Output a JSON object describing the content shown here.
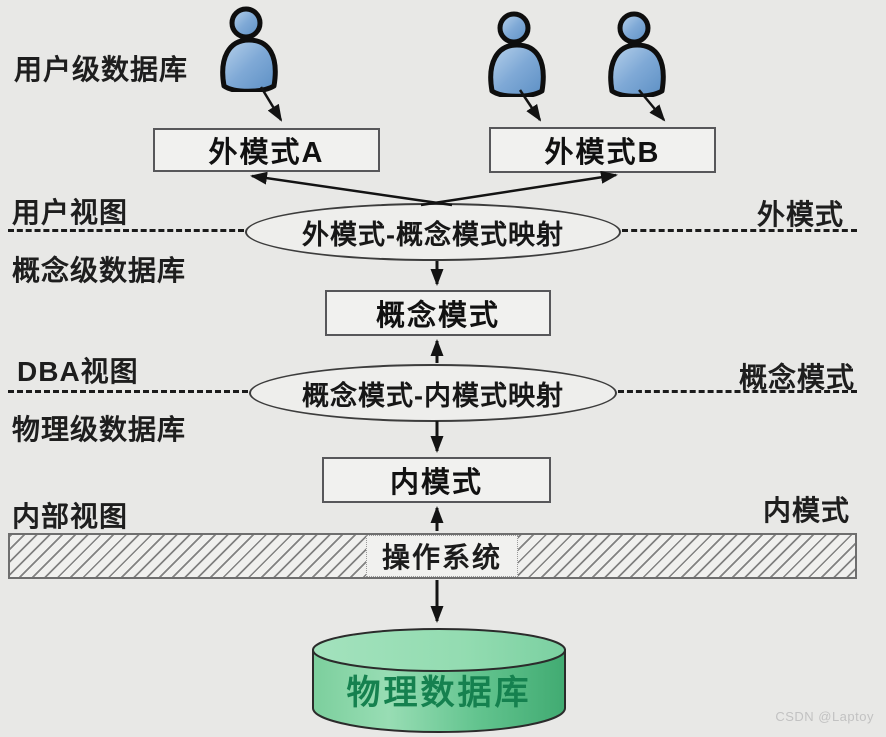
{
  "left_labels": [
    "用户级数据库",
    "用户视图",
    "概念级数据库",
    "DBA视图",
    "物理级数据库",
    "内部视图"
  ],
  "right_labels": [
    "外模式",
    "概念模式",
    "内模式"
  ],
  "boxes": {
    "external_a": "外模式A",
    "external_b": "外模式B",
    "conceptual": "概念模式",
    "internal": "内模式"
  },
  "mappings": {
    "external_conceptual": "外模式-概念模式映射",
    "conceptual_internal": "概念模式-内模式映射"
  },
  "os_bar_label": "操作系统",
  "database_label": "物理数据库",
  "watermark": "CSDN @Laptoy",
  "colors": {
    "background": "#e8e8e6",
    "box_fill": "#f1f1ef",
    "box_border": "#57575a",
    "line": "#131313",
    "cylinder_light": "#98ddb4",
    "cylinder_dark": "#41ab72",
    "cylinder_text": "#15814f",
    "person_blue": "#6d9ecf"
  }
}
